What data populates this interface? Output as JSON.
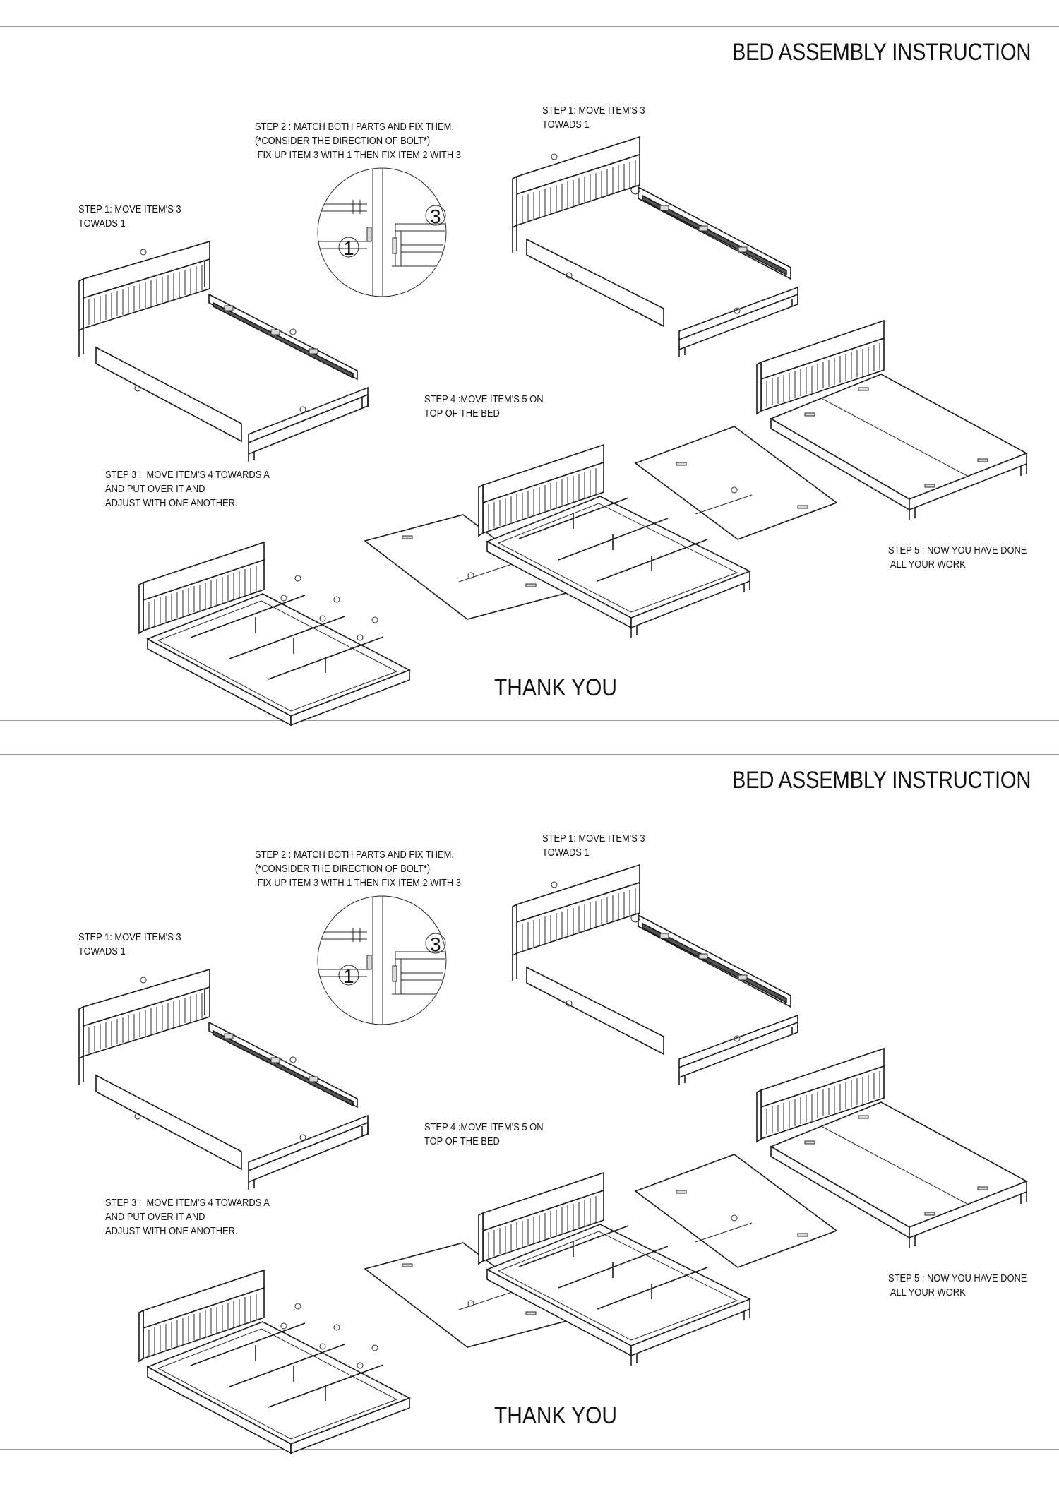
{
  "sheets": [
    {
      "title": "BED ASSEMBLY INSTRUCTION",
      "step1_left": "STEP 1: MOVE ITEM'S 3\nTOWADS 1",
      "step2": "STEP 2 : MATCH BOTH PARTS AND FIX THEM.\n(*CONSIDER THE DIRECTION OF BOLT*)\n FIX UP ITEM 3 WITH 1 THEN FIX ITEM 2 WITH 3",
      "step1_right": "STEP 1: MOVE ITEM'S 3\nTOWADS 1",
      "step4": "STEP 4 :MOVE ITEM'S 5 ON\nTOP OF THE BED",
      "step3": "STEP 3 :  MOVE ITEM'S 4 TOWARDS A\nAND PUT OVER IT AND\nADJUST WITH ONE ANOTHER.",
      "step5": "STEP 5 : NOW YOU HAVE DONE\n ALL YOUR WORK",
      "thanks": "THANK YOU",
      "detail_label_1": "1",
      "detail_label_3": "3"
    },
    {
      "title": "BED ASSEMBLY INSTRUCTION",
      "step1_left": "STEP 1: MOVE ITEM'S 3\nTOWADS 1",
      "step2": "STEP 2 : MATCH BOTH PARTS AND FIX THEM.\n(*CONSIDER THE DIRECTION OF BOLT*)\n FIX UP ITEM 3 WITH 1 THEN FIX ITEM 2 WITH 3",
      "step1_right": "STEP 1: MOVE ITEM'S 3\nTOWADS 1",
      "step4": "STEP 4 :MOVE ITEM'S 5 ON\nTOP OF THE BED",
      "step3": "STEP 3 :  MOVE ITEM'S 4 TOWARDS A\nAND PUT OVER IT AND\nADJUST WITH ONE ANOTHER.",
      "step5": "STEP 5 : NOW YOU HAVE DONE\n ALL YOUR WORK",
      "thanks": "THANK YOU",
      "detail_label_1": "1",
      "detail_label_3": "3"
    }
  ]
}
